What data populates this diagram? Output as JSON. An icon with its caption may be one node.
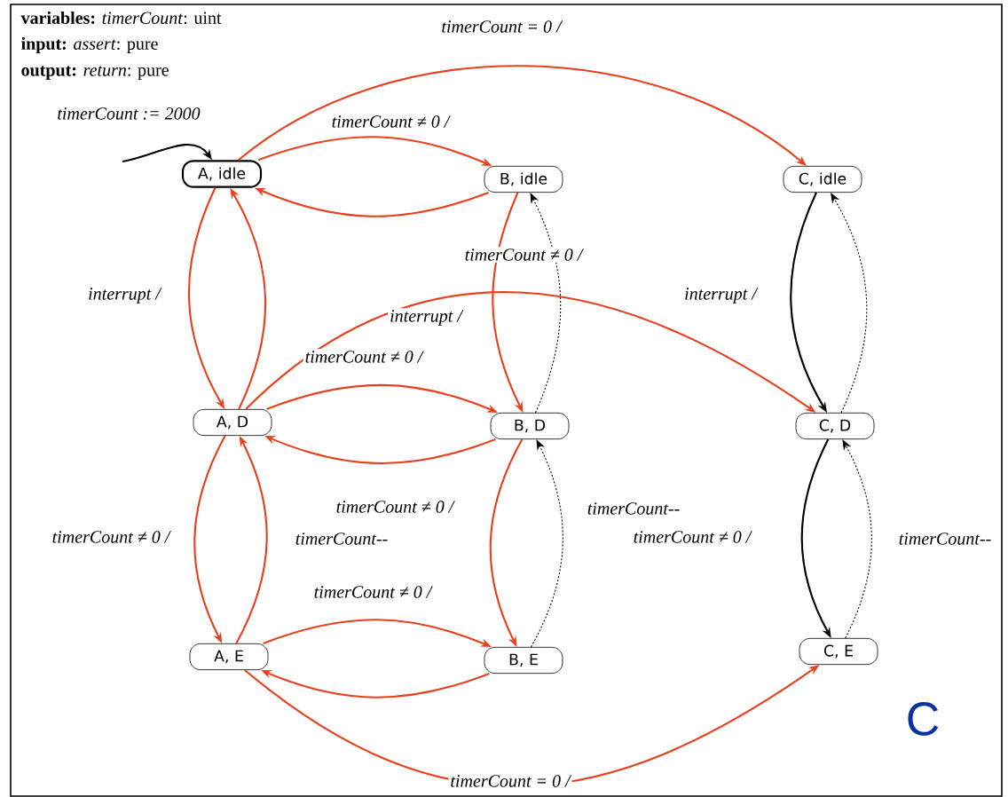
{
  "diagram": {
    "nodes": [
      {
        "text": [
          "A, idle"
        ]
      },
      {
        "text": [
          "B, idle"
        ]
      },
      {
        "text": [
          "C, idle"
        ]
      },
      {
        "text": [
          "A, D"
        ]
      },
      {
        "text": [
          "B, D"
        ]
      },
      {
        "text": [
          "C, D"
        ]
      },
      {
        "text": [
          "A, E"
        ]
      },
      {
        "text": [
          "B, E"
        ]
      },
      {
        "text": [
          "C, E"
        ]
      }
    ],
    "edges": [
      {
        "from": null,
        "to": 0,
        "arrow": "to",
        "label": "timerCount := 2000",
        "color": "#000000"
      },
      {
        "from": 0,
        "to": 2,
        "arrow": "to",
        "label": "timerCount = 0 /"
      },
      {
        "from": 0,
        "to": 1,
        "arrow": "to",
        "label": "timerCount ≠ 0 /"
      },
      {
        "from": 1,
        "to": 0,
        "arrow": "to"
      },
      {
        "from": 0,
        "to": 3,
        "arrow": "to",
        "label": "interrupt /"
      },
      {
        "from": 3,
        "to": 0,
        "arrow": "to"
      },
      {
        "from": 1,
        "to": 4,
        "arrow": "to",
        "label": "timerCount ≠ 0 /"
      },
      {
        "from": 4,
        "to": 1,
        "arrow": "to",
        "style": "dashed",
        "color": "#000000"
      },
      {
        "from": 3,
        "to": 5,
        "arrow": "to",
        "label": "interrupt /"
      },
      {
        "from": 3,
        "to": 4,
        "arrow": "to",
        "label": "timerCount ≠ 0 /"
      },
      {
        "from": 4,
        "to": 3,
        "arrow": "to"
      },
      {
        "from": 2,
        "to": 5,
        "arrow": "to",
        "label": "interrupt /",
        "color": "#000000"
      },
      {
        "from": 5,
        "to": 2,
        "arrow": "to",
        "style": "dashed",
        "color": "#000000"
      },
      {
        "from": 3,
        "to": 6,
        "arrow": "to",
        "label": "timerCount ≠ 0 /"
      },
      {
        "from": 6,
        "to": 3,
        "arrow": "to",
        "label": "timerCount--"
      },
      {
        "from": 4,
        "to": 7,
        "arrow": "to",
        "label": "timerCount ≠ 0 /"
      },
      {
        "from": 7,
        "to": 4,
        "arrow": "to",
        "label": "timerCount--",
        "style": "dashed",
        "color": "#000000"
      },
      {
        "from": 6,
        "to": 7,
        "arrow": "to",
        "label": "timerCount ≠ 0 /"
      },
      {
        "from": 7,
        "to": 6,
        "arrow": "to"
      },
      {
        "from": 6,
        "to": 8,
        "arrow": "to",
        "label": "timerCount = 0 /"
      },
      {
        "from": 5,
        "to": 8,
        "arrow": "to",
        "label": "timerCount ≠ 0 /",
        "color": "#000000"
      },
      {
        "from": 8,
        "to": 5,
        "arrow": "to",
        "label": "timerCount--",
        "style": "dashed",
        "color": "#000000"
      }
    ],
    "labels": [
      "**variables:** *timerCount*: uint",
      "**input:** *assert*: pure",
      "**output:** *return*: pure",
      "C"
    ]
  }
}
